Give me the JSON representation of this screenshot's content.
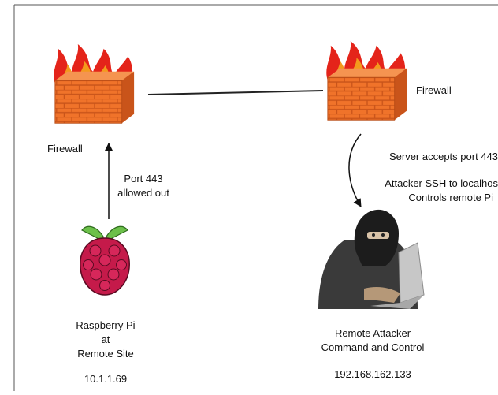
{
  "left_firewall": {
    "label": "Firewall",
    "icon": "firewall-icon"
  },
  "right_firewall": {
    "label": "Firewall",
    "icon": "firewall-icon"
  },
  "left_link": {
    "line1": "Port 443",
    "line2": "allowed out"
  },
  "right_link": {
    "line1": "Server accepts port 443",
    "line2": "Attacker SSH to localhos",
    "line3": "Controls remote Pi"
  },
  "raspberry_pi": {
    "icon": "raspberry-pi-icon",
    "line1": "Raspberry Pi",
    "line2": "at",
    "line3": "Remote Site",
    "ip": "10.1.1.69"
  },
  "attacker": {
    "icon": "hooded-attacker-laptop-icon",
    "line1": "Remote Attacker",
    "line2": "Command and Control",
    "ip": "192.168.162.133"
  },
  "colors": {
    "brick": "#f0732a",
    "brick_dark": "#c9541a",
    "flame_red": "#e4241a",
    "flame_orange": "#f39a1d",
    "flame_yellow": "#f7d33a",
    "berry": "#c51a4a",
    "leaf": "#6cc04a"
  }
}
